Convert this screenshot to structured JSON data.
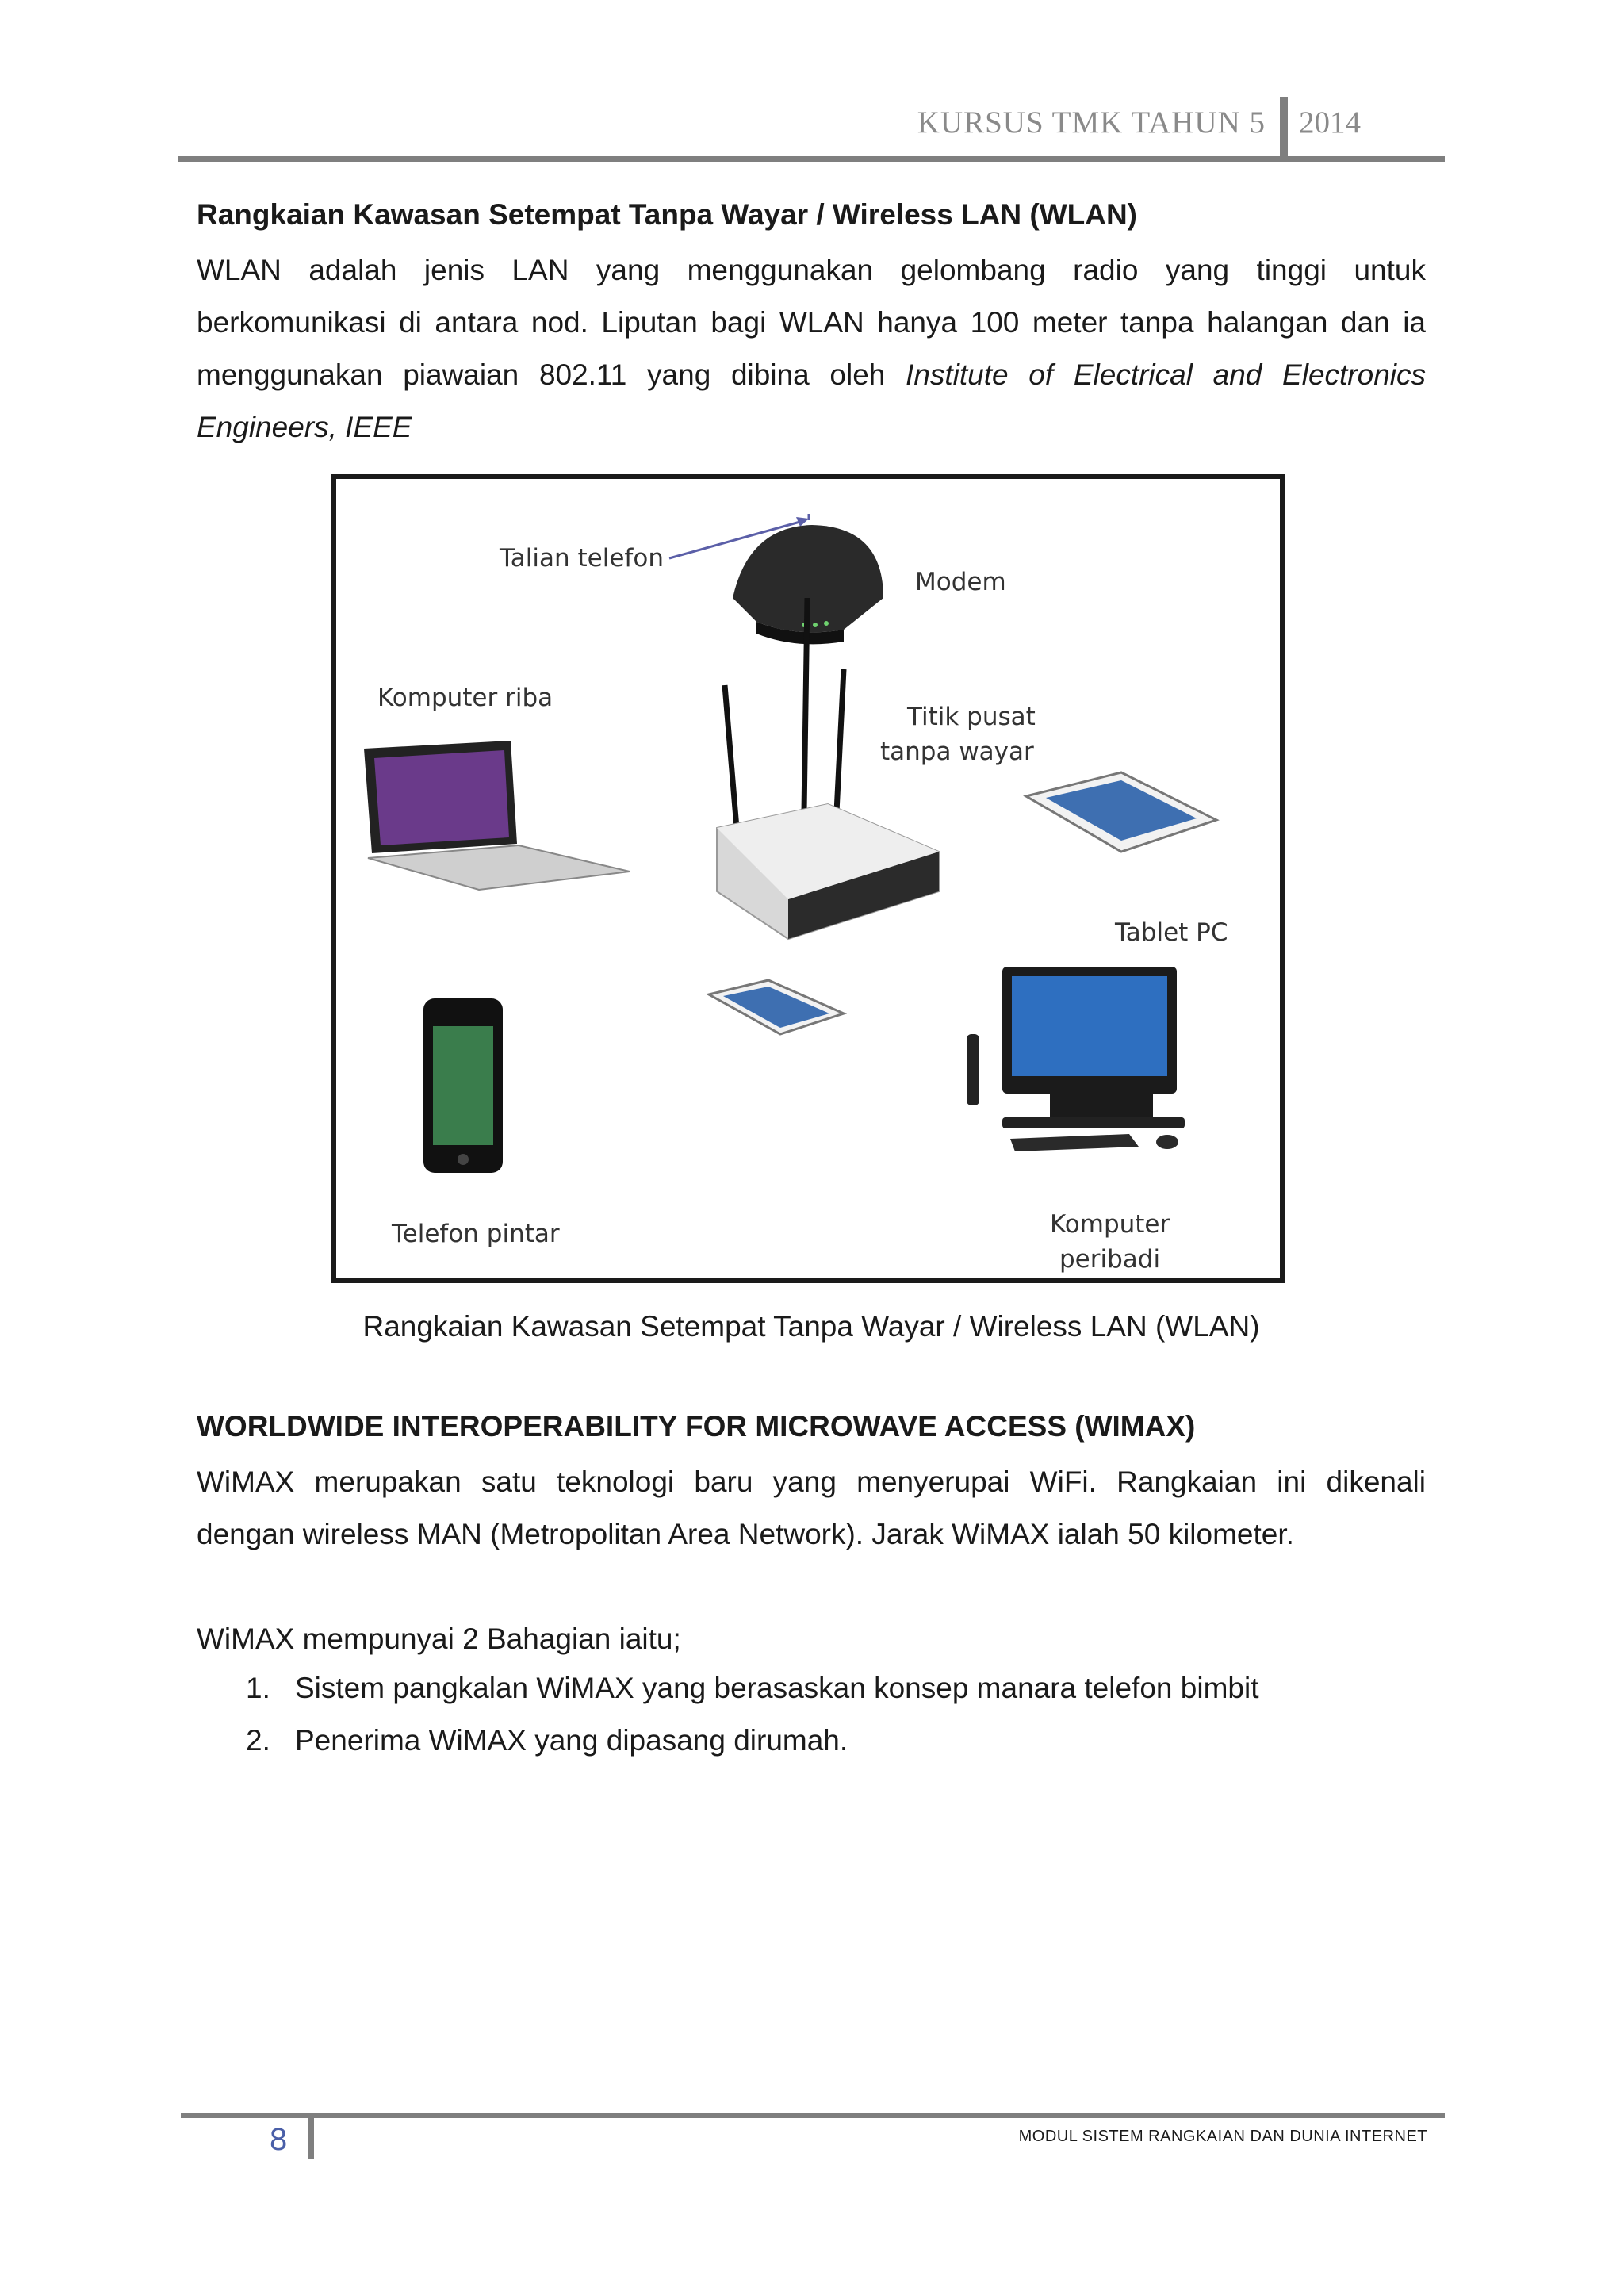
{
  "header": {
    "title": "KURSUS TMK TAHUN 5",
    "year": "2014"
  },
  "section_wlan": {
    "heading": "Rangkaian Kawasan Setempat Tanpa Wayar / Wireless LAN (WLAN)",
    "line1": "WLAN adalah jenis LAN yang menggunakan gelombang radio yang tinggi untuk",
    "line2": "berkomunikasi di antara nod. Liputan bagi WLAN hanya 100 meter tanpa halangan dan ia",
    "line3_plain": "menggunakan piawaian 802.11 yang dibina oleh ",
    "line3_italic": "Institute of Electrical and Electronics",
    "line4_italic": "Engineers, IEEE"
  },
  "figure": {
    "labels": {
      "phone_line": "Talian telefon",
      "modem": "Modem",
      "laptop": "Komputer riba",
      "access_point_1": "Titik pusat",
      "access_point_2": "tanpa wayar",
      "tablet": "Tablet PC",
      "smartphone": "Telefon pintar",
      "pc_1": "Komputer",
      "pc_2": "peribadi"
    },
    "caption": "Rangkaian Kawasan Setempat Tanpa Wayar / Wireless LAN (WLAN)"
  },
  "section_wimax": {
    "heading": "WORLDWIDE INTEROPERABILITY FOR MICROWAVE ACCESS (WIMAX)",
    "line1": "WiMAX merupakan satu teknologi baru yang menyerupai WiFi. Rangkaian ini dikenali",
    "line2": "dengan wireless MAN (Metropolitan Area Network). Jarak WiMAX ialah 50 kilometer.",
    "intro": "WiMAX mempunyai 2 Bahagian iaitu;",
    "items": [
      {
        "num": "1.",
        "text": "Sistem pangkalan WiMAX yang berasaskan konsep manara telefon bimbit"
      },
      {
        "num": "2.",
        "text": "Penerima WiMAX yang dipasang dirumah."
      }
    ]
  },
  "footer": {
    "page": "8",
    "title": "MODUL SISTEM RANGKAIAN DAN DUNIA INTERNET"
  }
}
